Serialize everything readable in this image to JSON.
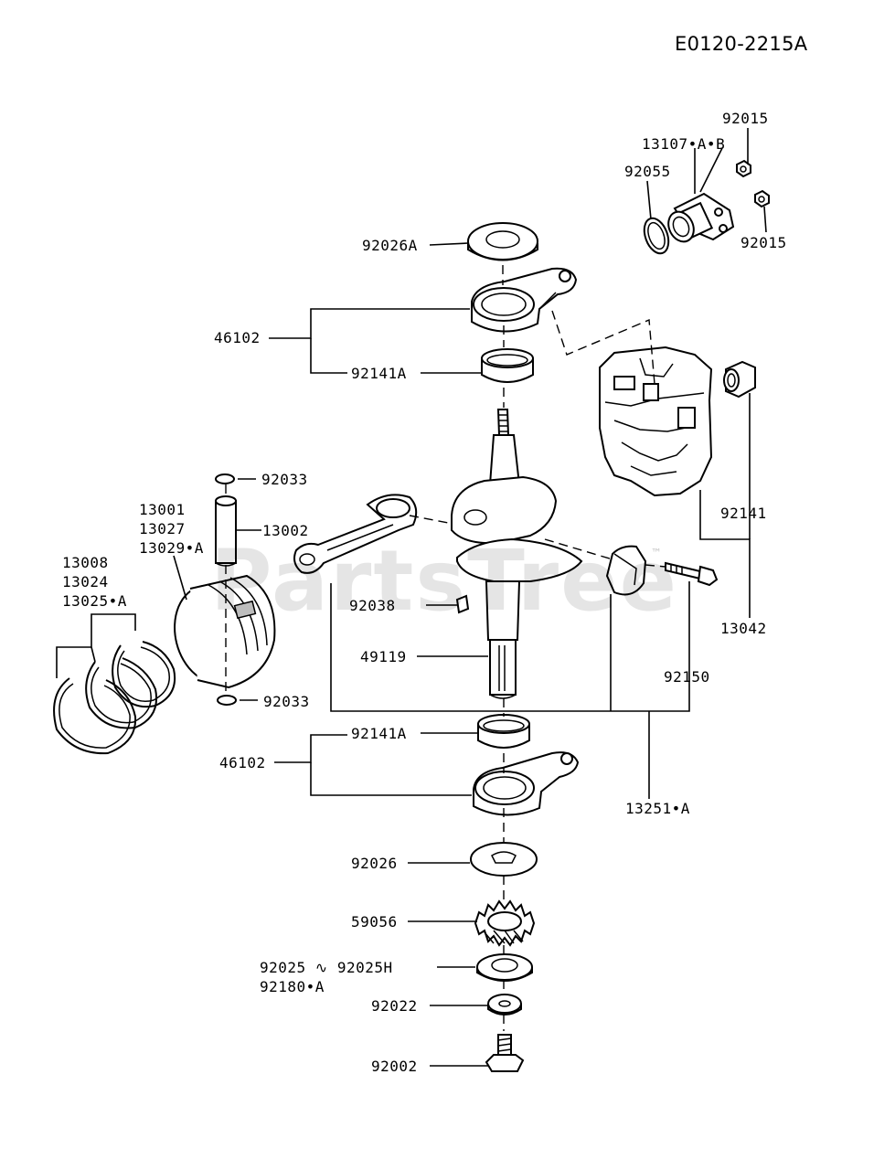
{
  "document_id": "E0120-2215A",
  "watermark": "PartsTree",
  "watermark_tm": "™",
  "labels": {
    "p92015_top": "92015",
    "p13107": "13107•A•B",
    "p92055": "92055",
    "p92015_bot": "92015",
    "p92026A": "92026A",
    "p46102_top": "46102",
    "p92141A_top": "92141A",
    "p92033_top": "92033",
    "p13001": "13001",
    "p13027": "13027",
    "p13029A": "13029•A",
    "p13002": "13002",
    "p13008": "13008",
    "p13024": "13024",
    "p13025A": "13025•A",
    "p92038": "92038",
    "p49119": "49119",
    "p92033_bot": "92033",
    "p92141": "92141",
    "p13042": "13042",
    "p92150": "92150",
    "p92141A_bot": "92141A",
    "p46102_bot": "46102",
    "p13251A": "13251•A",
    "p92026": "92026",
    "p59056": "59056",
    "p92025": "92025 ∿ 92025H",
    "p92180A": "92180•A",
    "p92022": "92022",
    "p92002": "92002"
  }
}
